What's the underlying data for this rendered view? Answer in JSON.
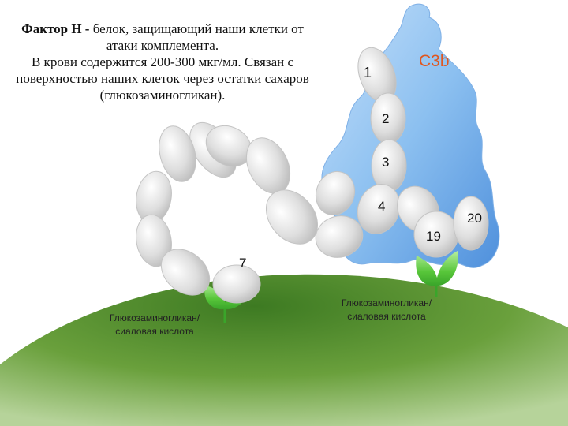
{
  "description": {
    "term": "Фактор Н -",
    "line1_rest": " белок, защищающий наши клетки от",
    "line2": "атаки комплемента.",
    "line3": "В крови содержится 200-300 мкг/мл. Связан с",
    "line4": "поверхностью наших клеток через остатки сахаров",
    "line5": "(глюкозаминогликан)."
  },
  "c3b_label": "C3b",
  "domain_labels": {
    "d1": "1",
    "d2": "2",
    "d3": "3",
    "d4": "4",
    "d7": "7",
    "d19": "19",
    "d20": "20"
  },
  "receptor_left": {
    "line1": "Глюкозаминогликан/",
    "line2": "сиаловая кислота"
  },
  "receptor_right": {
    "line1": "Глюкозаминогликан/",
    "line2": "сиаловая кислота"
  },
  "colors": {
    "c3b_label": "#e0561f",
    "c3b_body": "#8fc0ee",
    "cell_surface": "#5f9a34",
    "receptor": "#6bd64a",
    "domain": "#d4d4d4"
  }
}
